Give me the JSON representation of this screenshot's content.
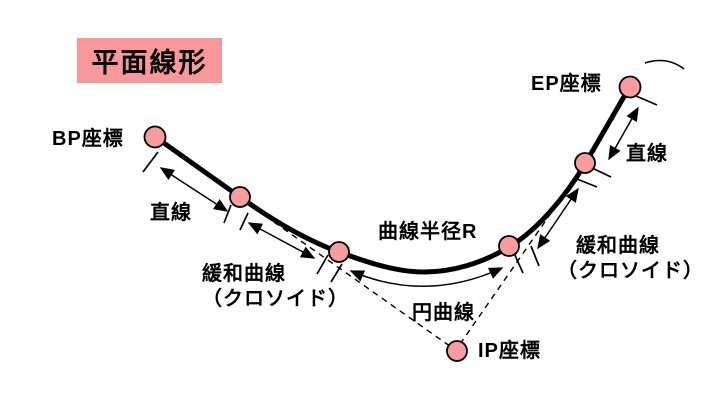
{
  "title": "平面線形",
  "colors": {
    "badge_pink": "#F9989B",
    "point_pink": "#F89CA0",
    "line_black": "#000000"
  },
  "labels": {
    "bp": "BP座標",
    "ep": "EP座標",
    "ip": "IP座標",
    "straight_left": "直線",
    "straight_right": "直線",
    "clothoid_left_line1": "緩和曲線",
    "clothoid_left_line2": "（クロソイド）",
    "clothoid_right_line1": "緩和曲線",
    "clothoid_right_line2": "（クロソイド）",
    "curve_radius": "曲線半径R",
    "circular_curve": "円曲線"
  },
  "diagram": {
    "type": "horizontal-alignment-schematic",
    "points": [
      {
        "id": "bp",
        "label": "BP座標"
      },
      {
        "id": "clothoid-start-left",
        "label": ""
      },
      {
        "id": "circular-start",
        "label": ""
      },
      {
        "id": "circular-end",
        "label": ""
      },
      {
        "id": "clothoid-end-right",
        "label": ""
      },
      {
        "id": "ep",
        "label": "EP座標"
      },
      {
        "id": "ip",
        "label": "IP座標"
      }
    ],
    "segments": [
      "直線",
      "緩和曲線（クロソイド）",
      "円曲線",
      "緩和曲線（クロソイド）",
      "直線"
    ]
  }
}
